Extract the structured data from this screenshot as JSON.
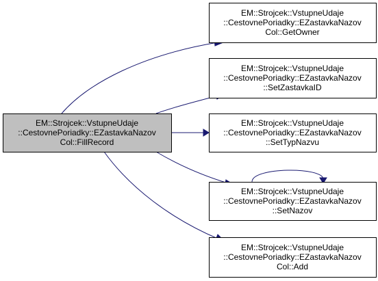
{
  "diagram": {
    "colors": {
      "focus_fill": "#bfbfbf",
      "node_fill": "#ffffff",
      "node_border": "#000000",
      "edge": "#191970"
    },
    "nodes": [
      {
        "id": "fill-record",
        "lines": [
          "EM::Strojcek::VstupneUdaje",
          "::CestovnePoriadky::EZastavkaNazov",
          "Col::FillRecord"
        ],
        "focus": true
      },
      {
        "id": "get-owner",
        "lines": [
          "EM::Strojcek::VstupneUdaje",
          "::CestovnePoriadky::EZastavkaNazov",
          "Col::GetOwner"
        ],
        "focus": false
      },
      {
        "id": "set-zastavka-id",
        "lines": [
          "EM::Strojcek::VstupneUdaje",
          "::CestovnePoriadky::EZastavkaNazov",
          "::SetZastavkaID"
        ],
        "focus": false
      },
      {
        "id": "set-typ-nazvu",
        "lines": [
          "EM::Strojcek::VstupneUdaje",
          "::CestovnePoriadky::EZastavkaNazov",
          "::SetTypNazvu"
        ],
        "focus": false
      },
      {
        "id": "set-nazov",
        "lines": [
          "EM::Strojcek::VstupneUdaje",
          "::CestovnePoriadky::EZastavkaNazov",
          "::SetNazov"
        ],
        "focus": false
      },
      {
        "id": "add",
        "lines": [
          "EM::Strojcek::VstupneUdaje",
          "::CestovnePoriadky::EZastavkaNazov",
          "Col::Add"
        ],
        "focus": false
      }
    ],
    "edges": [
      {
        "from": "fill-record",
        "to": "get-owner"
      },
      {
        "from": "fill-record",
        "to": "set-zastavka-id"
      },
      {
        "from": "fill-record",
        "to": "set-typ-nazvu"
      },
      {
        "from": "fill-record",
        "to": "set-nazov"
      },
      {
        "from": "set-nazov",
        "to": "set-nazov"
      },
      {
        "from": "fill-record",
        "to": "add"
      }
    ]
  }
}
